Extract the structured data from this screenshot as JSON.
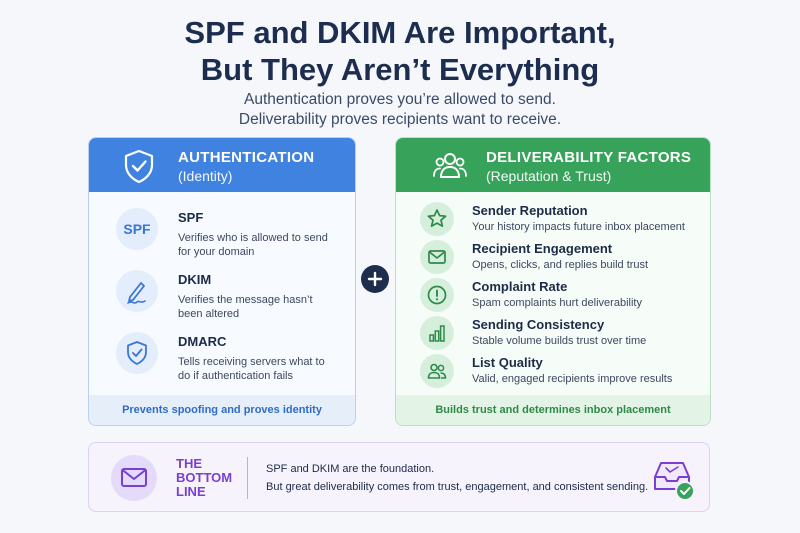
{
  "title_line1": "SPF and DKIM Are Important,",
  "title_line2": "But They Aren’t Everything",
  "subtitle_line1": "Authentication proves you’re allowed to send.",
  "subtitle_line2": "Deliverability proves recipients want to receive.",
  "auth": {
    "title": "AUTHENTICATION",
    "subtitle": "(Identity)",
    "accent": "#3f82e0",
    "items": [
      {
        "badge": "SPF",
        "title": "SPF",
        "desc": "Verifies who is allowed to send for your domain",
        "icon": "spf-text"
      },
      {
        "title": "DKIM",
        "desc": "Verifies the message hasn’t been altered",
        "icon": "signature-pen-icon"
      },
      {
        "title": "DMARC",
        "desc": "Tells receiving servers what to do if authentication fails",
        "icon": "shield-check-icon"
      }
    ],
    "footer": "Prevents spoofing and proves identity"
  },
  "deliv": {
    "title": "DELIVERABILITY FACTORS",
    "subtitle": "(Reputation & Trust)",
    "accent": "#37a35a",
    "items": [
      {
        "title": "Sender Reputation",
        "desc": "Your history impacts future inbox placement",
        "icon": "star-icon"
      },
      {
        "title": "Recipient Engagement",
        "desc": "Opens, clicks, and replies build trust",
        "icon": "envelope-icon"
      },
      {
        "title": "Complaint Rate",
        "desc": "Spam complaints hurt deliverability",
        "icon": "alert-icon"
      },
      {
        "title": "Sending Consistency",
        "desc": "Stable volume builds trust over time",
        "icon": "bar-chart-icon"
      },
      {
        "title": "List Quality",
        "desc": "Valid, engaged recipients improve results",
        "icon": "users-icon"
      }
    ],
    "footer": "Builds trust and determines inbox placement"
  },
  "plus_symbol": "+",
  "bottom": {
    "label_line1": "THE",
    "label_line2": "BOTTOM",
    "label_line3": "LINE",
    "line1": "SPF and DKIM are the foundation.",
    "line2": "But great deliverability comes from trust, engagement, and consistent sending.",
    "accent": "#7a3fd0"
  }
}
